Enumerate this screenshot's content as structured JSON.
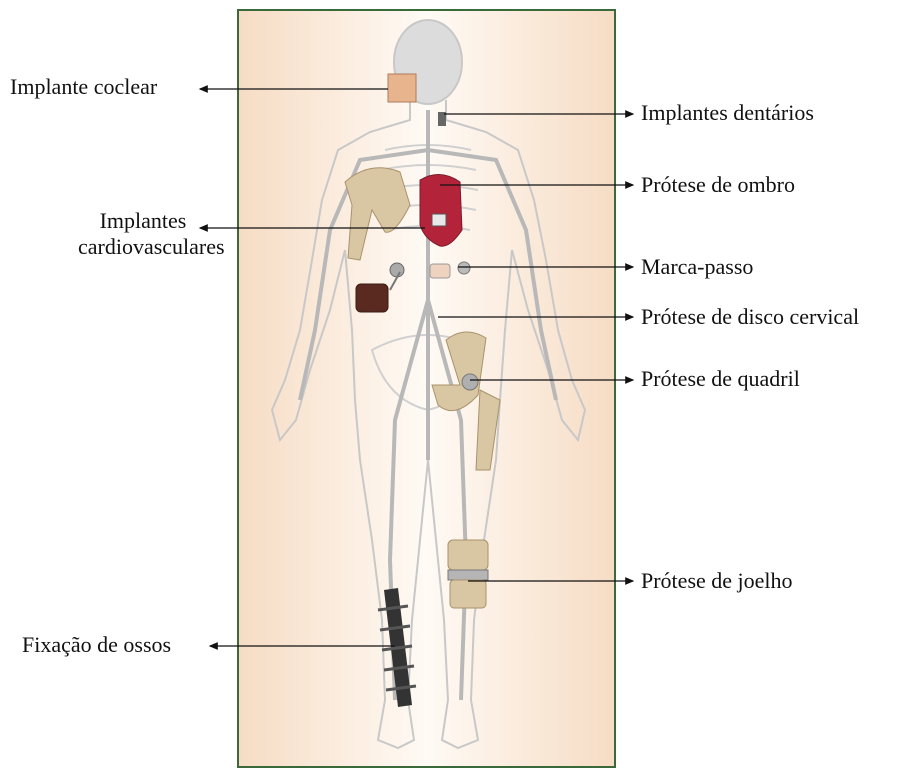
{
  "labels": {
    "implante_coclear": "Implante coclear",
    "implantes_dentarios": "Implantes dentários",
    "protese_ombro": "Prótese de ombro",
    "implantes_cardio_line1": "Implantes",
    "implantes_cardio_line2": "cardiovasculares",
    "marca_passo": "Marca-passo",
    "protese_disco": "Prótese de disco cervical",
    "protese_quadril": "Prótese de quadril",
    "protese_joelho": "Prótese de joelho",
    "fixacao_ossos": "Fixação de ossos"
  },
  "colors": {
    "panel_border": "#3a6a3a",
    "panel_edge": "#f6dcc4",
    "panel_center": "#fffaf5",
    "body_outline": "#c8c8c8",
    "vessels": "#b8b8b8",
    "bone_implant": "#d9c7a3",
    "heart": "#b3243a",
    "metal": "#9a9a9a",
    "rod": "#333333",
    "arrow": "#111111"
  }
}
